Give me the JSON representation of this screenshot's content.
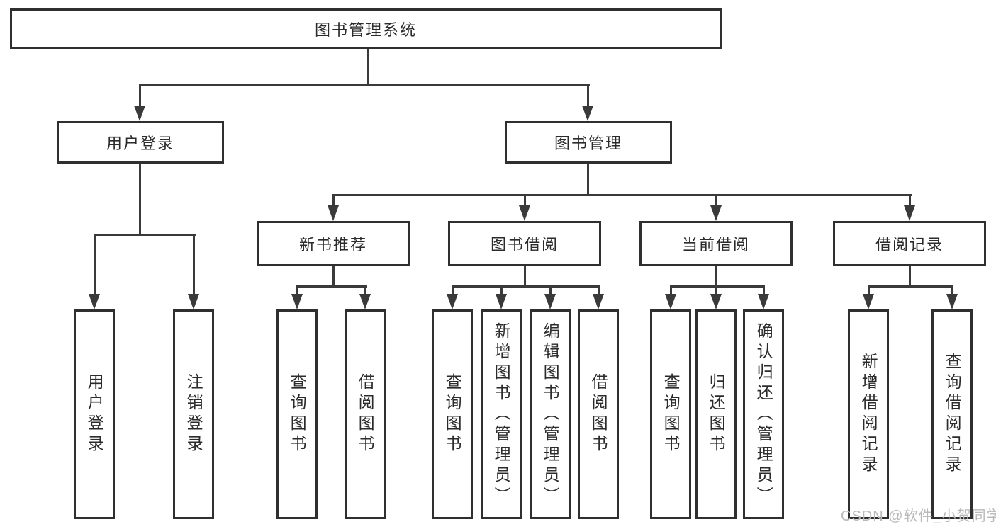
{
  "diagram": {
    "title_node": "图书管理系统",
    "colors": {
      "line": "#3a3a3a",
      "border": "#2f2f2f",
      "text": "#2b2b2b",
      "watermark": "#b9b9b9",
      "background": "#ffffff"
    },
    "nodes": {
      "root": {
        "label": "图书管理系统"
      },
      "level1": [
        {
          "label": "用户登录"
        },
        {
          "label": "图书管理"
        }
      ],
      "level2": [
        {
          "label": "新书推荐",
          "parent": "图书管理"
        },
        {
          "label": "图书借阅",
          "parent": "图书管理"
        },
        {
          "label": "当前借阅",
          "parent": "图书管理"
        },
        {
          "label": "借阅记录",
          "parent": "图书管理"
        }
      ],
      "level3": [
        {
          "label": "用户登录",
          "parent": "用户登录"
        },
        {
          "label": "注销登录",
          "parent": "用户登录"
        },
        {
          "label": "查询图书",
          "parent": "新书推荐"
        },
        {
          "label": "借阅图书",
          "parent": "新书推荐"
        },
        {
          "label": "查询图书",
          "parent": "图书借阅"
        },
        {
          "label": "新增图书（管理员）",
          "parent": "图书借阅"
        },
        {
          "label": "编辑图书（管理员）",
          "parent": "图书借阅"
        },
        {
          "label": "借阅图书",
          "parent": "图书借阅"
        },
        {
          "label": "查询图书",
          "parent": "当前借阅"
        },
        {
          "label": "归还图书",
          "parent": "当前借阅"
        },
        {
          "label": "确认归还（管理员）",
          "parent": "当前借阅"
        },
        {
          "label": "新增借阅记录",
          "parent": "借阅记录"
        },
        {
          "label": "查询借阅记录",
          "parent": "借阅记录"
        }
      ]
    }
  },
  "watermark": {
    "text": "CSDN @软件_小贺同学"
  }
}
